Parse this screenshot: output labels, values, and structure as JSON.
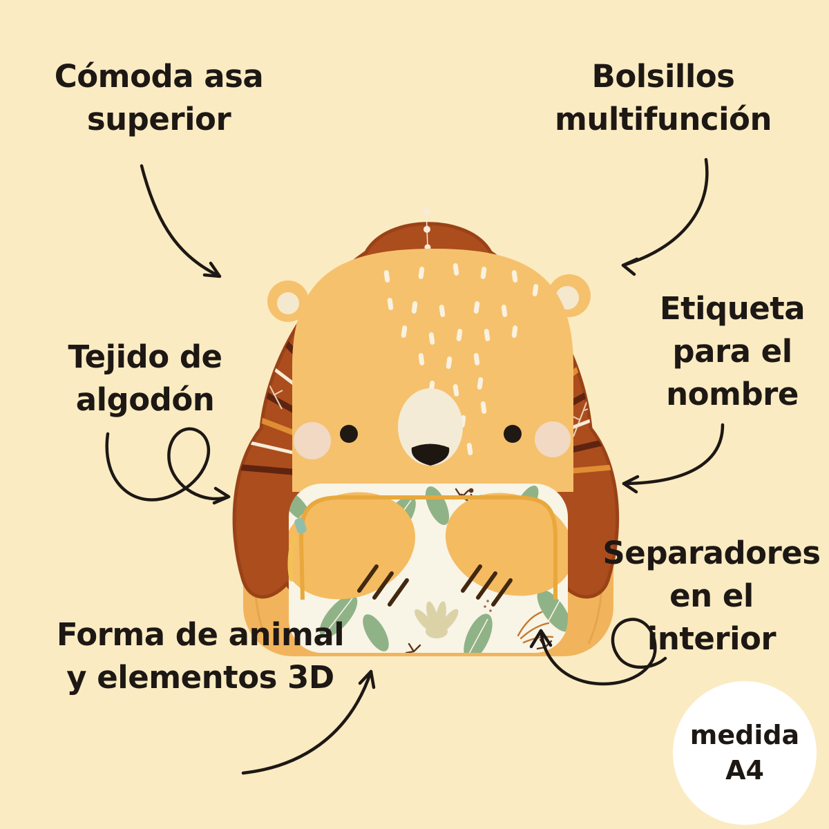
{
  "page": {
    "background_color": "#FAEBC2",
    "text_color": "#1D1814"
  },
  "annotations": {
    "top_left": {
      "lines": [
        "Cómoda asa",
        "superior"
      ]
    },
    "top_right": {
      "lines": [
        "Bolsillos",
        "multifunción"
      ]
    },
    "mid_left": {
      "lines": [
        "Tejido de",
        "algodón"
      ]
    },
    "mid_right": {
      "lines": [
        "Etiqueta",
        "para el",
        "nombre"
      ]
    },
    "bottom_left": {
      "lines": [
        "Forma de animal",
        "y elementos 3D"
      ]
    },
    "bottom_right": {
      "lines": [
        "Separadores",
        "en el",
        "interior"
      ]
    }
  },
  "badge": {
    "lines": [
      "medida",
      "A4"
    ],
    "background_color": "#FFFFFF"
  },
  "illustration": {
    "subject": "lion-backpack",
    "colors": {
      "mane": "#AC4D1E",
      "mane_stripe_dark": "#5E2410",
      "mane_stripe_orange": "#DF8E33",
      "mane_stripe_white": "#F6ECD9",
      "face": "#F6C16D",
      "body": "#F1B45C",
      "muzzle": "#F4EBD6",
      "nose": "#1E1711",
      "cheek": "#F1D9C3",
      "pocket_fabric": "#F8F4E6",
      "leaf_green": "#90B287",
      "twig_brown": "#5D3318",
      "zipper_gold": "#E8A83C",
      "zipper_pull_teal": "#8FBFAC"
    }
  }
}
